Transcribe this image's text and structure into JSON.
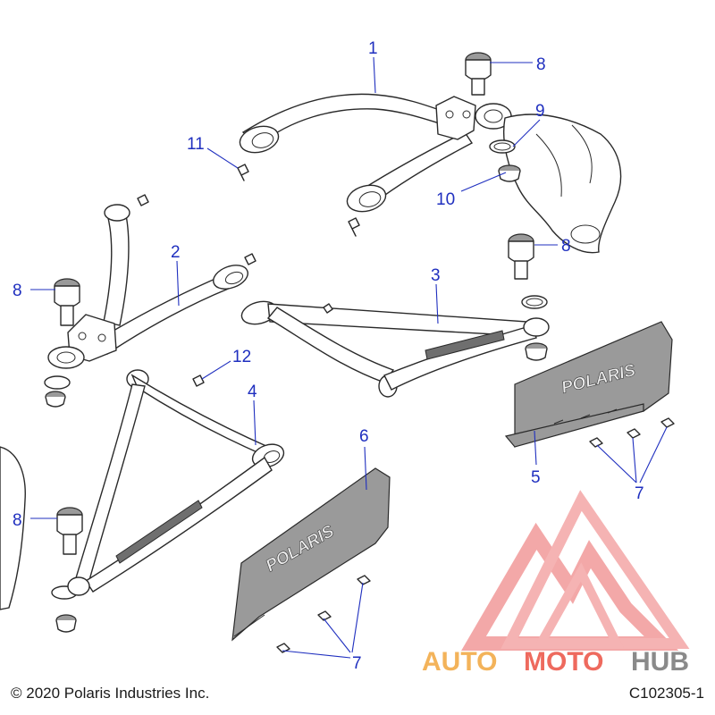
{
  "diagram": {
    "callouts": {
      "c1": "1",
      "c2": "2",
      "c3": "3",
      "c4": "4",
      "c5": "5",
      "c6": "6",
      "c7a": "7",
      "c7b": "7",
      "c8a": "8",
      "c8b": "8",
      "c8c": "8",
      "c8d": "8",
      "c9": "9",
      "c10": "10",
      "c11": "11",
      "c12": "12"
    },
    "plate_brand": "POLARIS"
  },
  "watermark": {
    "part1": "AUTO",
    "part2": "MOTO",
    "part3": "HUB",
    "colors": {
      "orange": "#f3b35a",
      "red": "#e8514f",
      "grey": "#8a8a8a"
    }
  },
  "footer": {
    "copyright": "© 2020 Polaris Industries Inc.",
    "diagram_id": "C102305-1"
  },
  "colors": {
    "callout": "#1f2fbf",
    "line": "#2a2a2a"
  }
}
